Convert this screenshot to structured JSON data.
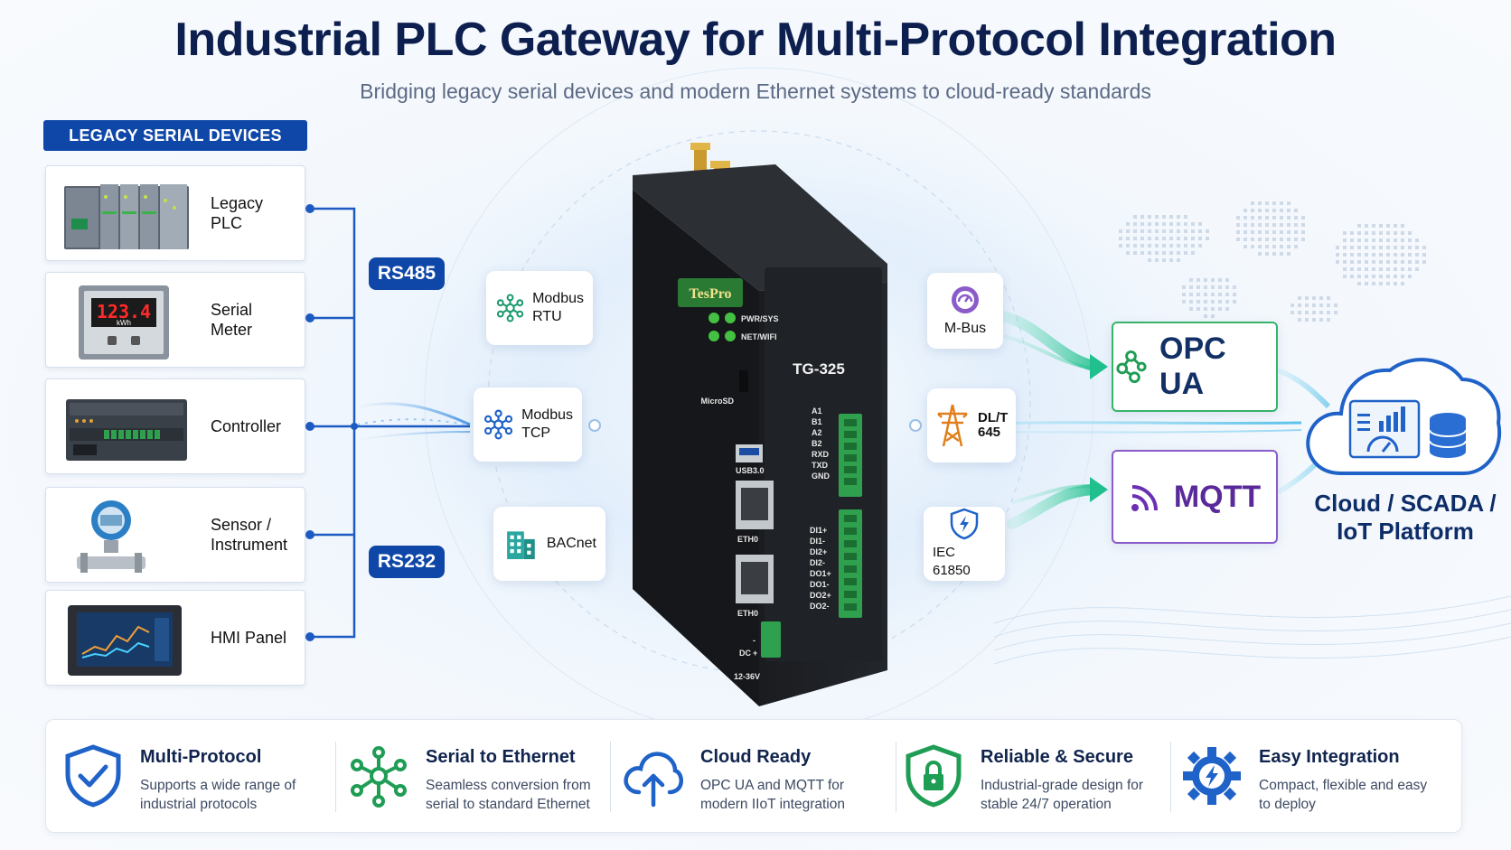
{
  "header": {
    "title": "Industrial PLC Gateway for Multi-Protocol Integration",
    "subtitle": "Bridging legacy serial devices and modern Ethernet systems to cloud-ready standards"
  },
  "legacy": {
    "section_label": "LEGACY SERIAL DEVICES",
    "devices": [
      {
        "label": "Legacy\nPLC",
        "icon": "plc-rack-icon"
      },
      {
        "label": "Serial\nMeter",
        "icon": "energy-meter-icon",
        "display": "123.4",
        "unit": "kWh"
      },
      {
        "label": "Controller",
        "icon": "controller-icon"
      },
      {
        "label": "Sensor /\nInstrument",
        "icon": "pressure-transmitter-icon"
      },
      {
        "label": "HMI Panel",
        "icon": "hmi-panel-icon"
      }
    ],
    "buses": [
      "RS485",
      "RS232"
    ]
  },
  "inbound_protocols": [
    {
      "label": "Modbus\nRTU",
      "icon": "network-nodes-icon"
    },
    {
      "label": "Modbus\nTCP",
      "icon": "network-nodes-icon"
    },
    {
      "label": "BACnet",
      "icon": "building-icon"
    }
  ],
  "outbound_protocols": [
    {
      "label": "M-Bus",
      "icon": "gauge-icon"
    },
    {
      "label": "DL/T\n645",
      "icon": "power-tower-icon"
    },
    {
      "label": "IEC 61850",
      "icon": "shield-bolt-icon"
    }
  ],
  "device": {
    "brand": "TesPro",
    "model": "TG-325",
    "leds": [
      "PWR/SYS",
      "NET/WIFI"
    ],
    "microsd": "MicroSD",
    "usb": "USB3.0",
    "eth_ports": [
      "ETH0",
      "ETH0"
    ],
    "serial_pins": [
      "A1",
      "B1",
      "A2",
      "B2",
      "RXD",
      "TXD",
      "GND"
    ],
    "io_pins": [
      "DI1+",
      "DI1-",
      "DI2+",
      "DI2-",
      "DO1+",
      "DO1-",
      "DO2+",
      "DO2-"
    ],
    "power_label": "DC",
    "power_sign_minus": "-",
    "power_sign_plus": "+",
    "voltage": "12-36V"
  },
  "targets": {
    "opcua": {
      "label": "OPC UA",
      "icon": "opcua-nodes-icon",
      "color": "#1f9d55"
    },
    "mqtt": {
      "label": "MQTT",
      "icon": "mqtt-signal-icon",
      "color": "#6b2fb3"
    },
    "cloud_label_line1": "Cloud / SCADA /",
    "cloud_label_line2": "IoT Platform"
  },
  "features": [
    {
      "title": "Multi-Protocol",
      "desc": "Supports a wide range of industrial protocols",
      "icon": "shield-check-icon"
    },
    {
      "title": "Serial to Ethernet",
      "desc": "Seamless conversion from serial to standard Ethernet",
      "icon": "hub-nodes-icon"
    },
    {
      "title": "Cloud Ready",
      "desc": "OPC UA and MQTT for modern IIoT integration",
      "icon": "cloud-upload-icon"
    },
    {
      "title": "Reliable & Secure",
      "desc": "Industrial-grade design for stable 24/7 operation",
      "icon": "shield-lock-icon"
    },
    {
      "title": "Easy Integration",
      "desc": "Compact, flexible and easy to deploy",
      "icon": "gear-bolt-icon"
    }
  ],
  "colors": {
    "primary_blue": "#0f47a8",
    "title_navy": "#0d1f4f",
    "green": "#1f9d55",
    "purple": "#6b2fb3",
    "teal": "#2bbf9a"
  }
}
